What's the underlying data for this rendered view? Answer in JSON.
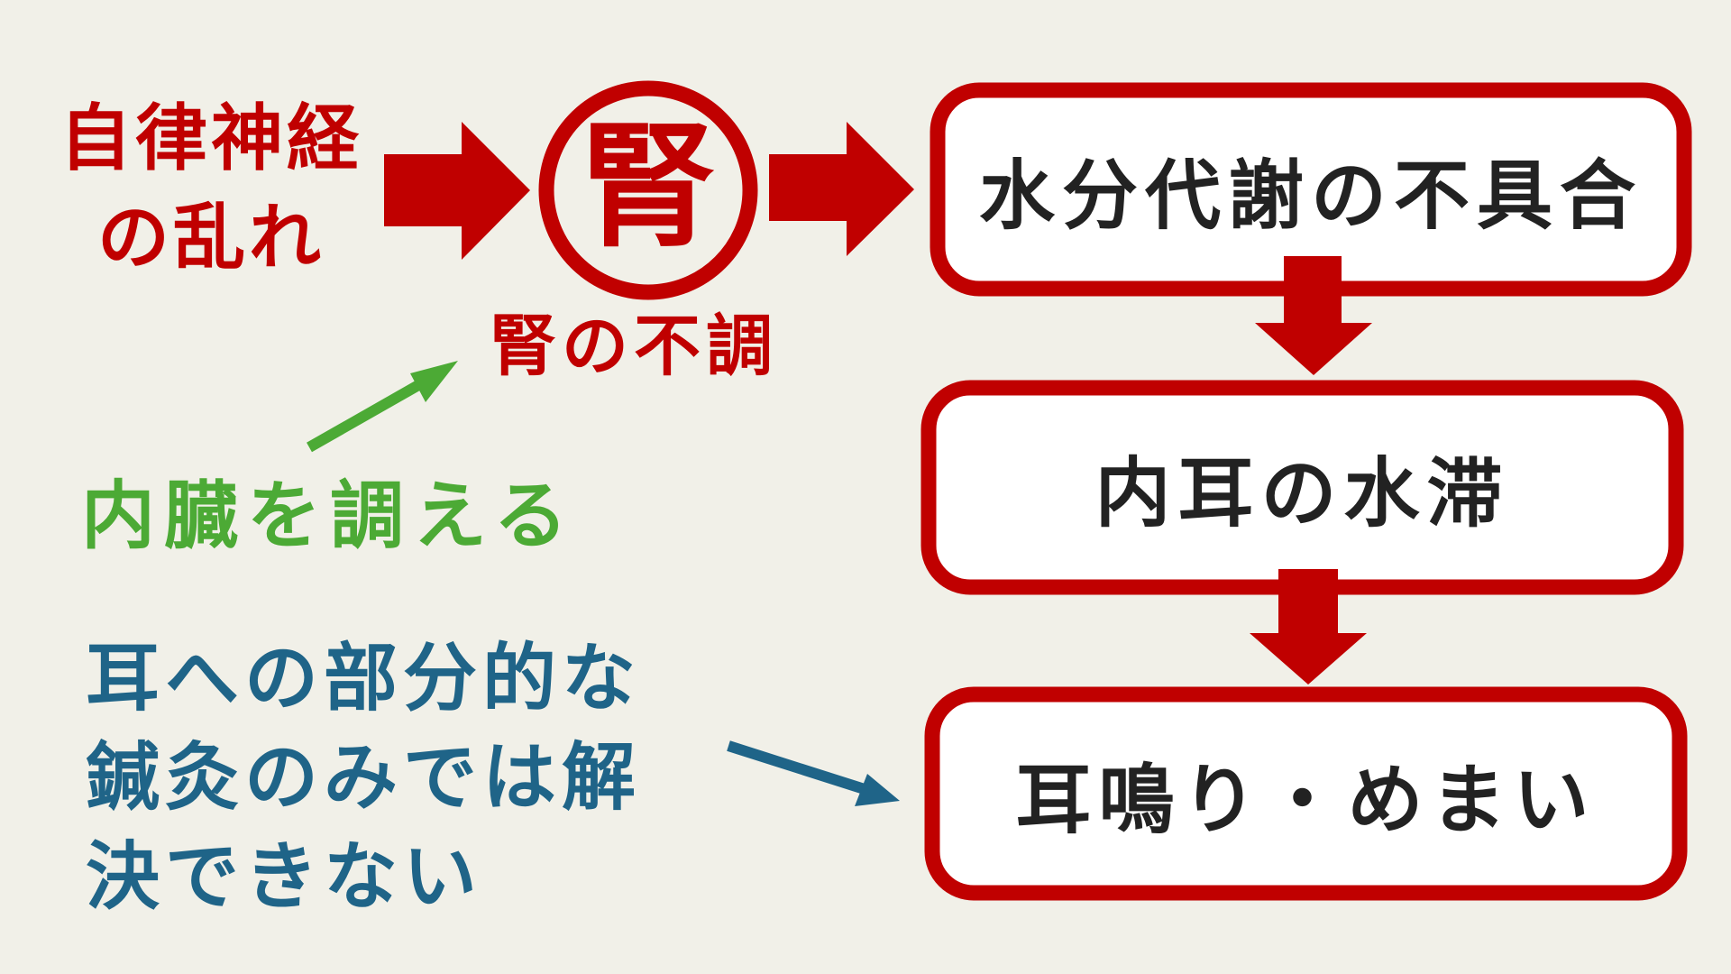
{
  "cause": {
    "line1": "自律神経",
    "line2": "の乱れ"
  },
  "kidney": {
    "symbol": "腎",
    "label": "腎の不調"
  },
  "flow": [
    "水分代謝の不具合",
    "内耳の水滞",
    "耳鳴り・めまい"
  ],
  "treatment": "内臓を調える",
  "note": {
    "line1": "耳への部分的な",
    "line2": "鍼灸のみでは解",
    "line3": "決できない"
  },
  "colors": {
    "red": "#c00000",
    "green": "#4caa35",
    "blue": "#1f6488",
    "background": "#f1f0e8"
  }
}
